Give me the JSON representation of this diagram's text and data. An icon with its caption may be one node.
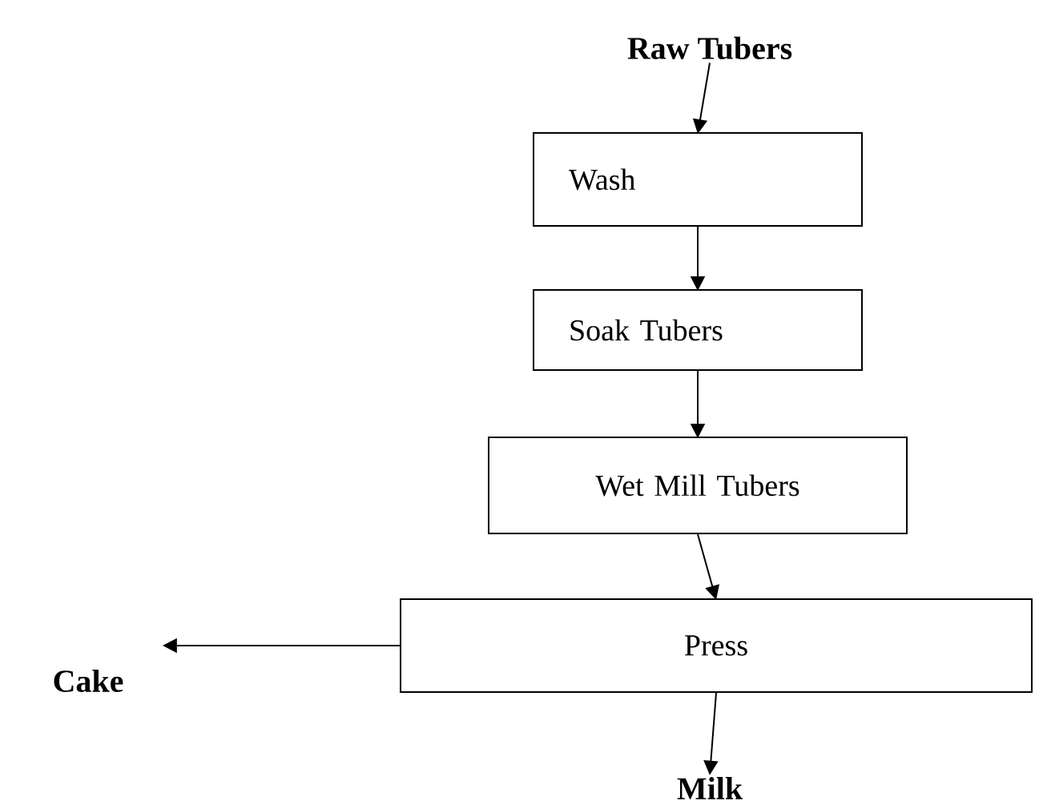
{
  "diagram": {
    "nodes": [
      {
        "text": [
          "Raw Tubers"
        ]
      },
      {
        "text": [
          "Wash"
        ]
      },
      {
        "text": [
          "Soak Tubers"
        ]
      },
      {
        "text": [
          "Wet Mill Tubers"
        ]
      },
      {
        "text": [
          "Press"
        ]
      },
      {
        "text": [
          "Cake"
        ]
      },
      {
        "text": [
          "Milk"
        ]
      }
    ],
    "edges": [
      {
        "from": 0,
        "to": 1,
        "arrow": "to"
      },
      {
        "from": 1,
        "to": 2,
        "arrow": "to"
      },
      {
        "from": 2,
        "to": 3,
        "arrow": "to"
      },
      {
        "from": 3,
        "to": 4,
        "arrow": "to"
      },
      {
        "from": 4,
        "to": 5,
        "arrow": "to"
      },
      {
        "from": 4,
        "to": 6,
        "arrow": "to"
      }
    ]
  }
}
